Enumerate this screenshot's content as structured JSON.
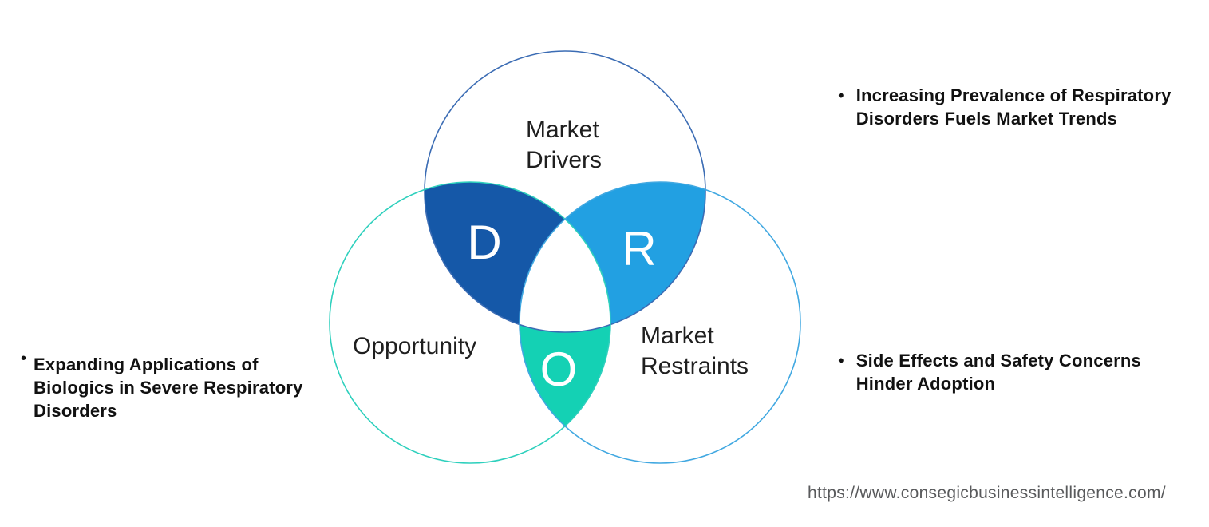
{
  "venn": {
    "circles": {
      "drivers": {
        "label": "Market\nDrivers",
        "letter": "D"
      },
      "opportunity": {
        "label": "Opportunity",
        "letter": "O"
      },
      "restraints": {
        "label": "Market\nRestraints",
        "letter": "R"
      }
    },
    "colors": {
      "d_fill": "#1558a8",
      "r_fill": "#22a0e2",
      "o_fill": "#14d1b4",
      "drivers_stroke": "#3b6cb4",
      "opportunity_stroke": "#2ed0bd",
      "restraints_stroke": "#41a8e1",
      "letter_color": "#ffffff",
      "label_color": "#1f1f1f",
      "annotation_color": "#111111",
      "url_color": "#595a5c"
    }
  },
  "annotations": {
    "left": {
      "bullet": "•",
      "text": "Expanding Applications of\nBiologics in Severe Respiratory\nDisorders"
    },
    "top_right": {
      "bullet": "•",
      "text": "Increasing Prevalence of Respiratory\nDisorders Fuels Market Trends"
    },
    "bottom_right": {
      "bullet": "•",
      "text": "Side Effects and Safety Concerns\nHinder Adoption"
    }
  },
  "footer": {
    "url": "https://www.consegicbusinessintelligence.com/"
  }
}
